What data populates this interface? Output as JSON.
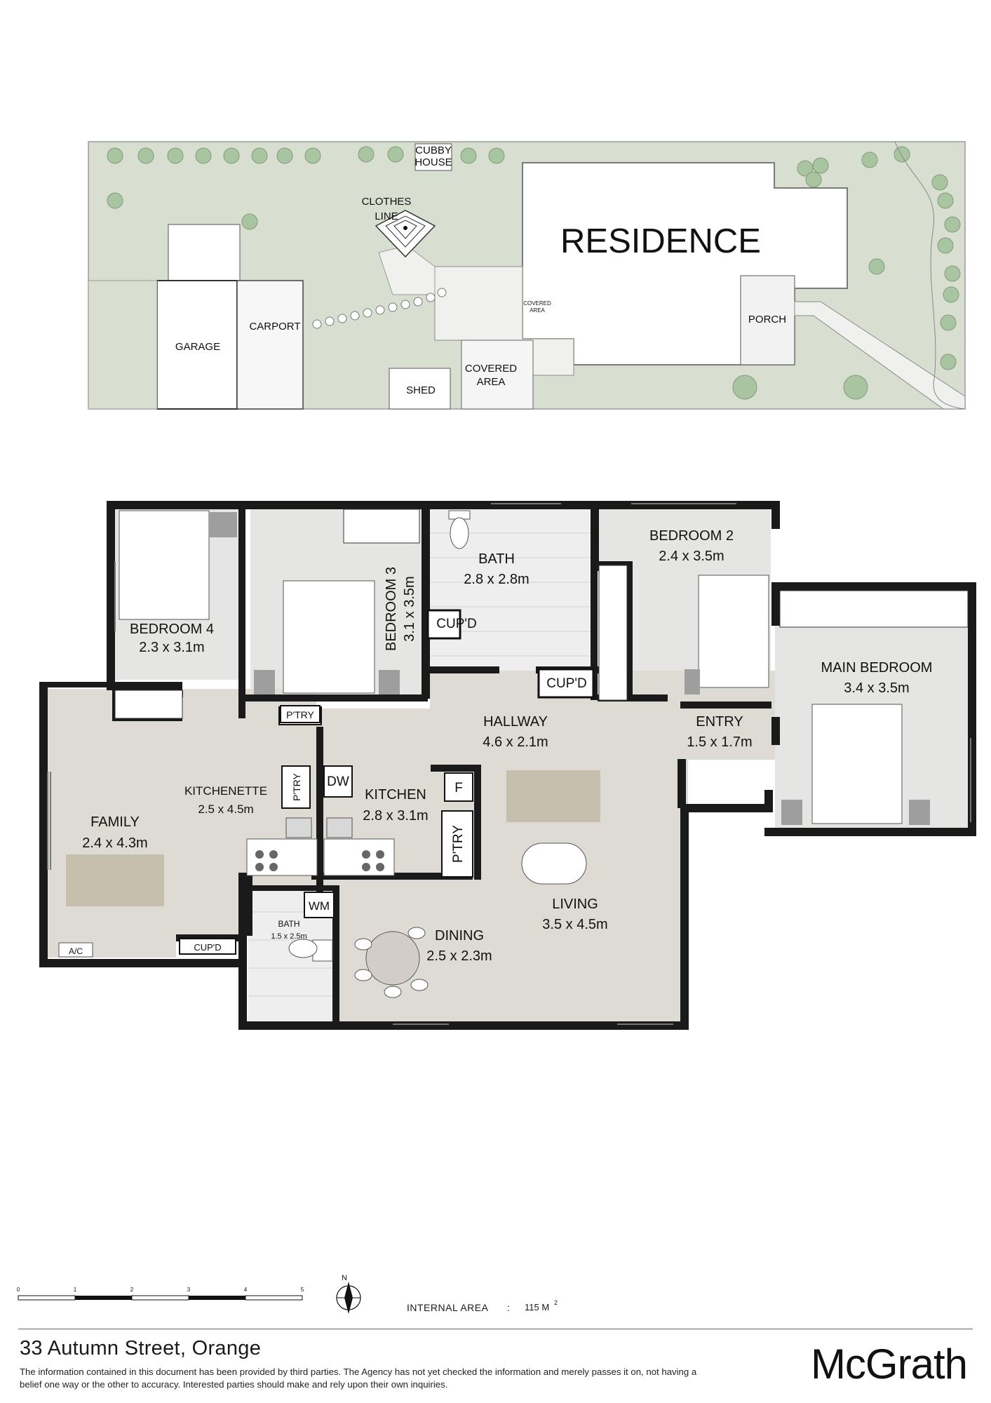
{
  "site": {
    "residence": "RESIDENCE",
    "cubby_line1": "CUBBY",
    "cubby_line2": "HOUSE",
    "clothes_line1": "CLOTHES",
    "clothes_line2": "LINE",
    "garage": "GARAGE",
    "carport": "CARPORT",
    "shed": "SHED",
    "covered_area_line1": "COVERED",
    "covered_area_line2": "AREA",
    "covered_area_small_line1": "COVERED",
    "covered_area_small_line2": "AREA",
    "porch": "PORCH"
  },
  "rooms": {
    "bedroom4": {
      "name": "BEDROOM 4",
      "size": "2.3 x 3.1m"
    },
    "bedroom3": {
      "name": "BEDROOM 3",
      "size": "3.1 x 3.5m"
    },
    "bath_main": {
      "name": "BATH",
      "size": "2.8 x 2.8m"
    },
    "bedroom2": {
      "name": "BEDROOM 2",
      "size": "2.4 x 3.5m"
    },
    "main_bedroom": {
      "name": "MAIN BEDROOM",
      "size": "3.4 x 3.5m"
    },
    "hallway": {
      "name": "HALLWAY",
      "size": "4.6 x 2.1m"
    },
    "entry": {
      "name": "ENTRY",
      "size": "1.5 x 1.7m"
    },
    "family": {
      "name": "FAMILY",
      "size": "2.4 x 4.3m"
    },
    "kitchenette": {
      "name": "KITCHENETTE",
      "size": "2.5 x 4.5m"
    },
    "kitchen": {
      "name": "KITCHEN",
      "size": "2.8 x 3.1m"
    },
    "living": {
      "name": "LIVING",
      "size": "3.5 x 4.5m"
    },
    "dining": {
      "name": "DINING",
      "size": "2.5 x 2.3m"
    },
    "bath_small": {
      "name": "BATH",
      "size": "1.5 x 2.5m"
    }
  },
  "fixtures": {
    "cupd_bath": "CUP'D",
    "cupd_hall": "CUP'D",
    "cupd_family": "CUP'D",
    "ptry_top": "P'TRY",
    "ptry_kitchenette": "P'TRY",
    "ptry_kitchen": "P'TRY",
    "dw": "DW",
    "fridge": "F",
    "wm": "WM",
    "ac": "A/C"
  },
  "scale": {
    "ticks": [
      "0",
      "1",
      "2",
      "3",
      "4",
      "5"
    ]
  },
  "compass": {
    "north": "N"
  },
  "internal_area": {
    "label": "INTERNAL AREA",
    "colon": ":",
    "value": "115 M",
    "unit_sup": "2"
  },
  "footer": {
    "address": "33 Autumn Street, Orange",
    "disclaimer": "The information contained in this document has been provided by third parties. The Agency has not yet checked the information and merely passes it on, not having a belief one way or the other to accuracy. Interested parties should make and rely upon their own inquiries.",
    "brand": "McGrath"
  },
  "colors": {
    "lawn": "#d9dfd0",
    "floor": "#e5e5e3",
    "living_floor": "#dddbd4",
    "wet_tile": "#eeeeee",
    "wall": "#1a1a1a",
    "tree": "#a9c4a0",
    "sofa": "#c6bfae",
    "table": "#d2cec7"
  }
}
